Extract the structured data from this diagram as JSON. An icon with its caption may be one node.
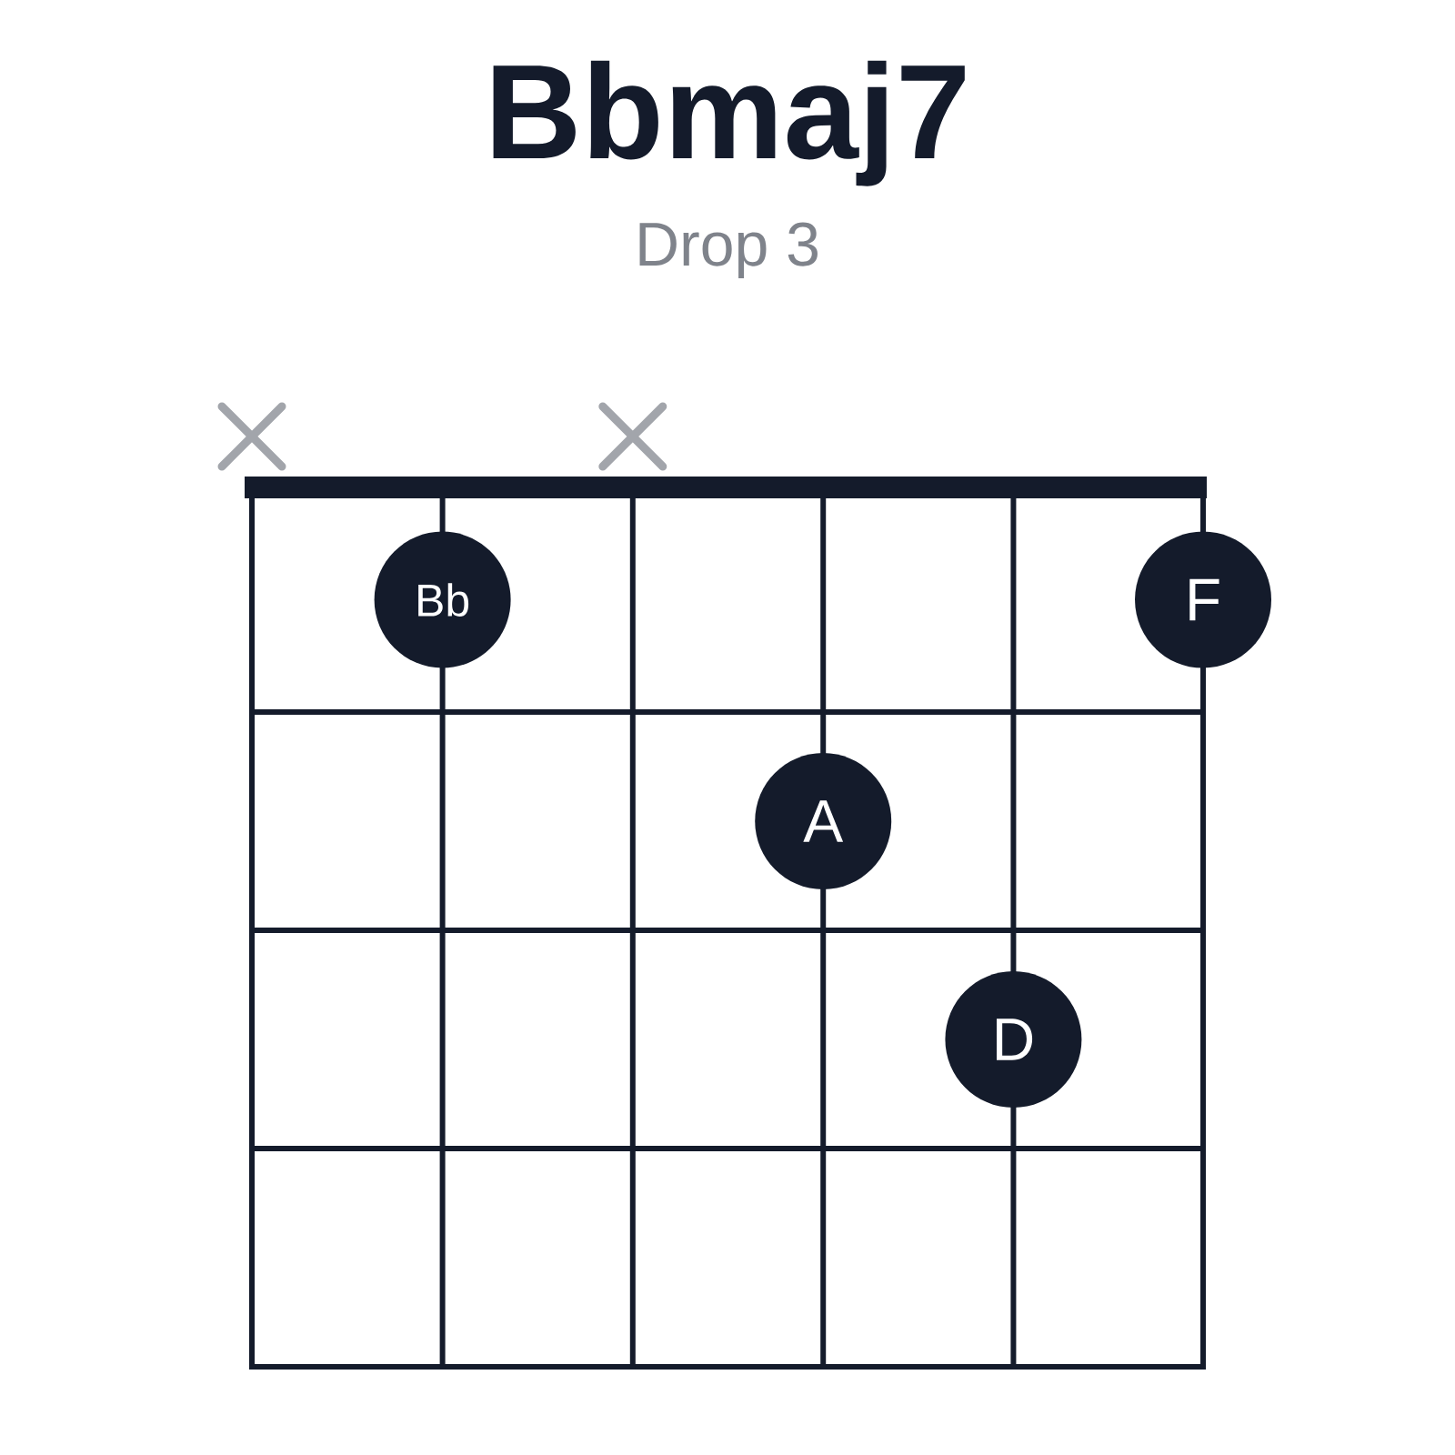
{
  "diagram": {
    "title": "Bbmaj7",
    "nodes": [
      {
        "text": [
          "Bb"
        ]
      },
      {
        "text": [
          "F"
        ]
      },
      {
        "text": [
          "A"
        ]
      },
      {
        "text": [
          "D"
        ]
      }
    ],
    "labels": [
      "Drop 3"
    ]
  }
}
